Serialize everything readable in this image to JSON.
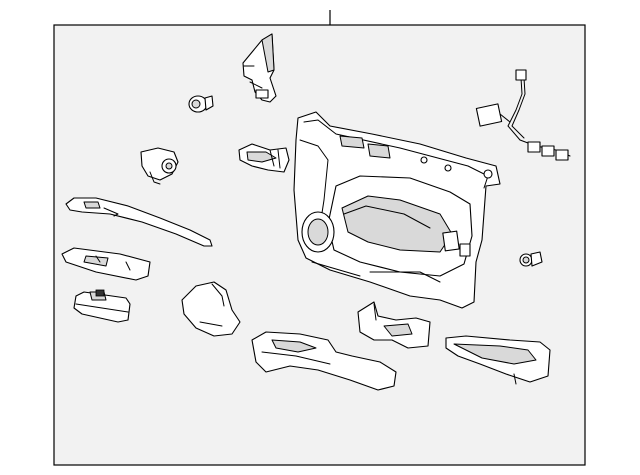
{
  "diagram": {
    "parts": [
      "leader-line",
      "mounting-bracket",
      "push-retainer",
      "door-handle-bezel",
      "door-trim-panel",
      "wiring-harness",
      "lock-actuator",
      "upper-trim-molding",
      "switch-bezel",
      "window-switch",
      "armrest-cap",
      "armrest-support",
      "pull-cup",
      "lower-trim-insert",
      "side-clip"
    ]
  }
}
